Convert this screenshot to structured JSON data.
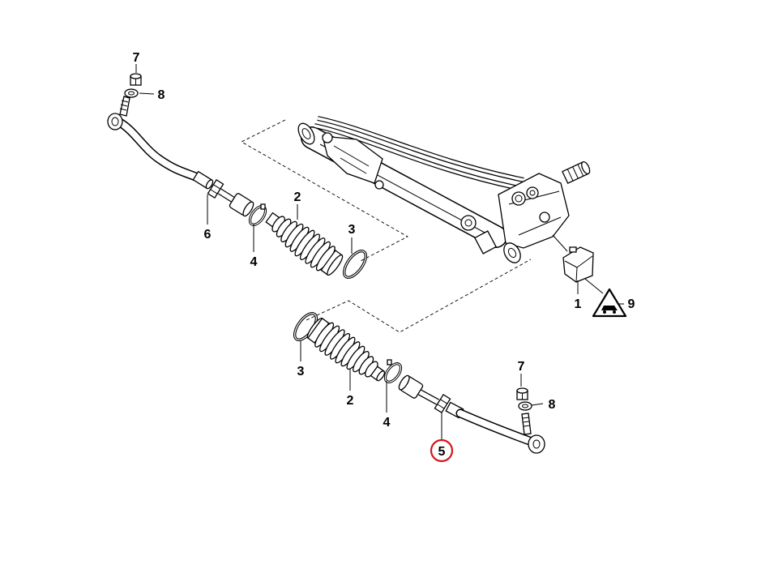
{
  "diagram": {
    "callouts": [
      "7",
      "8",
      "6",
      "4",
      "2",
      "3",
      "1",
      "9",
      "3",
      "2",
      "4",
      "5",
      "7",
      "8"
    ],
    "highlight_color": "#d8141c",
    "line_color": "#000000",
    "background": "#ffffff"
  }
}
